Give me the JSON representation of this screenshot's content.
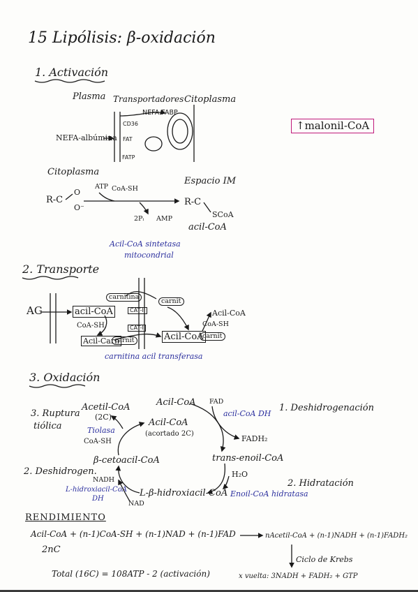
{
  "title": "15 Lipólisis: β-oxidación",
  "s1": {
    "heading": "1. Activación",
    "plasma": "Plasma",
    "transportadores": "Transportadores",
    "citoplasma_top": "Citoplasma",
    "nefa_fabp": "NEFA-FABP",
    "cd36": "CD36",
    "fat": "FAT",
    "fatp": "FATP",
    "nefa_albumina": "NEFA-albúmina",
    "citoplasma": "Citoplasma",
    "espacio_im": "Espacio IM",
    "rc_left": "R-C",
    "o_top": "O",
    "o_bottom": "O⁻",
    "atp": "ATP",
    "coash": "CoA-SH",
    "two_pi": "2Pᵢ",
    "amp": "AMP",
    "rc_right": "R-C",
    "scoa": "SCoA",
    "acil_coa": "acil-CoA",
    "enzyme_1": "Acil-CoA sintetasa",
    "enzyme_2": "mitocondrial"
  },
  "malonil": "↑malonil-CoA",
  "s2": {
    "heading": "2. Transporte",
    "ag": "AG",
    "acil_coa_left": "acil-CoA",
    "coash_left": "CoA-SH",
    "acil_carn_left": "Acil-Carn",
    "carnitina": "carnitina",
    "carnit_top": "carnit",
    "cat2": "CAT-II",
    "cat1": "CAT-I",
    "carnit_mid": "carnit",
    "acil_coa_right": "Acil-CoA",
    "carnit_right": "carnit",
    "acil_coa_out": "Acil-CoA",
    "coash_right": "CoA-SH",
    "enzyme": "carnitina acil transferasa"
  },
  "s3": {
    "heading": "3. Oxidación",
    "acil_coa_top": "Acil-CoA",
    "fad": "FAD",
    "acil_coa_dh": "acil-CoA DH",
    "step1": "1. Deshidrogenación",
    "fadh2": "FADH₂",
    "trans_enoil": "trans-enoil-CoA",
    "h2o": "H₂O",
    "step2": "2. Hidratación",
    "enoil_hidratasa": "Enoil-CoA hidratasa",
    "hidroxiacil": "L-β-hidroxiacil-CoA",
    "nad": "NAD",
    "nadh": "NADH",
    "l_hidroxiacil_dh_1": "L-hidroxiacil-CoA",
    "l_hidroxiacil_dh_2": "DH",
    "step_deshidrogen": "2. Deshidrogen.",
    "cetoacil": "β-cetoacil-CoA",
    "coash": "CoA-SH",
    "tiolasa": "Tiolasa",
    "acetil_coa": "Acetil-CoA",
    "two_c": "(2C)",
    "step3a": "3. Ruptura",
    "step3b": "tiólica",
    "center_acil": "Acil-CoA",
    "center_sub": "(acortado 2C)"
  },
  "rendimiento": {
    "heading": "RENDIMIENTO",
    "equation_left": "Acil-CoA + (n-1)CoA-SH + (n-1)NAD + (n-1)FAD",
    "equation_right": "nAcetil-CoA + (n-1)NADH + (n-1)FADH₂",
    "two_nc": "2nC",
    "ciclo": "Ciclo de Krebs",
    "total": "Total (16C) = 108ATP - 2 (activación)",
    "vuelta": "x vuelta: 3NADH + FADH₂ + GTP"
  }
}
